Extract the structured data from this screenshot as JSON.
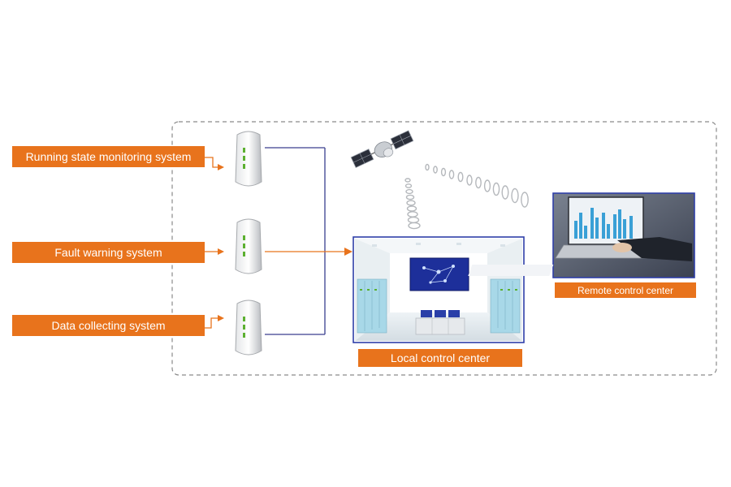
{
  "inputs": [
    {
      "label": "Running state monitoring system"
    },
    {
      "label": "Fault warning system"
    },
    {
      "label": "Data collecting system"
    }
  ],
  "outputs": {
    "local": "Local control center",
    "remote": "Remote control center"
  },
  "icons": {
    "device": "data-acquisition-unit-icon",
    "satellite": "satellite-icon",
    "local": "control-room-icon",
    "remote": "laptop-analytics-icon"
  },
  "colors": {
    "accent": "#e8731c",
    "connector": "#3a3f8f",
    "frame": "#8a8a8a",
    "screen": "#1d2f9a",
    "cabinet": "#a8d8e8"
  }
}
